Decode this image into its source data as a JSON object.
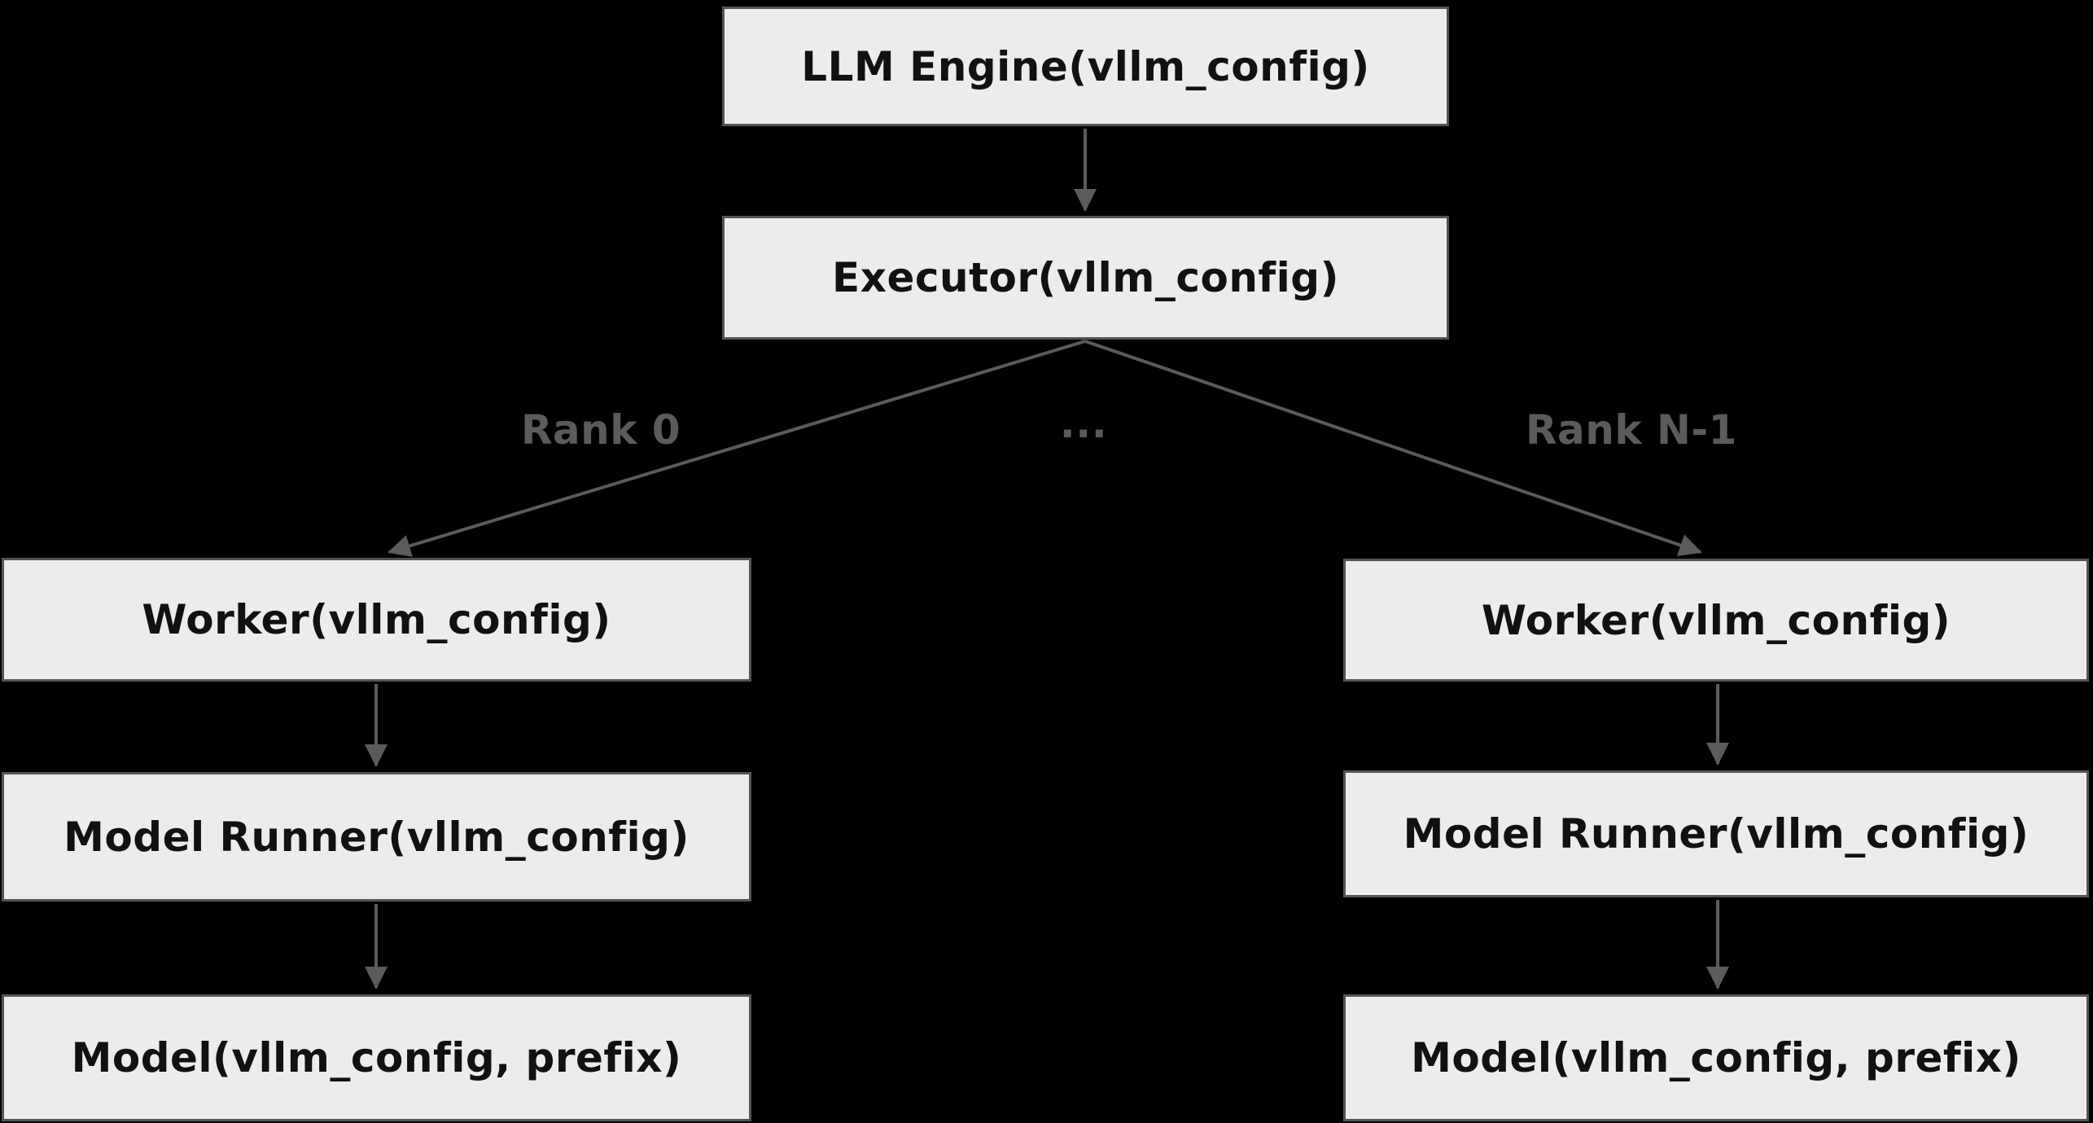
{
  "colors": {
    "background": "#000000",
    "node_fill": "#ececec",
    "node_border": "#545454",
    "node_text": "#111111",
    "edge": "#5b5b5b",
    "edge_label_text": "#5b5b5b"
  },
  "nodes": [
    {
      "id": "llm-engine",
      "label": "LLM Engine(vllm_config)"
    },
    {
      "id": "executor",
      "label": "Executor(vllm_config)"
    },
    {
      "id": "worker-rank0",
      "label": "Worker(vllm_config)"
    },
    {
      "id": "model-runner-rank0",
      "label": "Model Runner(vllm_config)"
    },
    {
      "id": "model-rank0",
      "label": "Model(vllm_config, prefix)"
    },
    {
      "id": "worker-rankn",
      "label": "Worker(vllm_config)"
    },
    {
      "id": "model-runner-rankn",
      "label": "Model Runner(vllm_config)"
    },
    {
      "id": "model-rankn",
      "label": "Model(vllm_config, prefix)"
    }
  ],
  "edge_labels": [
    {
      "id": "rank-0",
      "label": "Rank 0"
    },
    {
      "id": "ellipsis",
      "label": "..."
    },
    {
      "id": "rank-n-1",
      "label": "Rank N-1"
    }
  ]
}
